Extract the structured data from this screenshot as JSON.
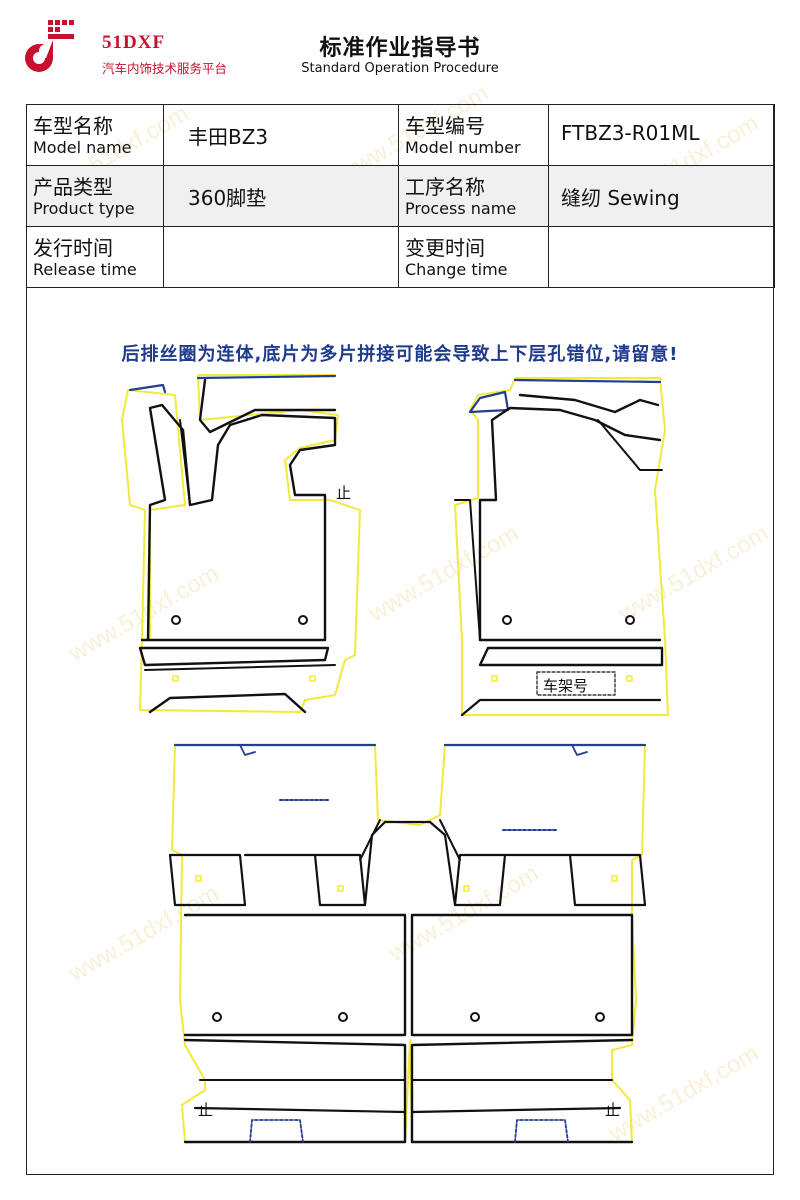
{
  "header": {
    "brand": "51DXF",
    "brand_tagline": "汽车内饰技术服务平台",
    "title": "标准作业指导书",
    "subtitle": "Standard Operation Procedure"
  },
  "info_table": {
    "model_name_label_zh": "车型名称",
    "model_name_label_en": "Model name",
    "model_name_value": "丰田BZ3",
    "model_number_label_zh": "车型编号",
    "model_number_label_en": "Model number",
    "model_number_value": "FTBZ3-R01ML",
    "product_type_label_zh": "产品类型",
    "product_type_label_en": "Product type",
    "product_type_value": "360脚垫",
    "process_name_label_zh": "工序名称",
    "process_name_label_en": "Process name",
    "process_name_value": "缝纫 Sewing",
    "release_time_label_zh": "发行时间",
    "release_time_label_en": "Release time",
    "release_time_value": "",
    "change_time_label_zh": "变更时间",
    "change_time_label_en": "Change time",
    "change_time_value": ""
  },
  "notice": "后排丝圈为连体,底片为多片拼接可能会导致上下层孔错位,请留意!",
  "drawing": {
    "stop_mark": "止",
    "frame_number_label": "车架号",
    "outline_color": "#111111",
    "edge_color": "#f2ea3a",
    "accent_color": "#233d91"
  },
  "watermark": "www.51dxf.com"
}
